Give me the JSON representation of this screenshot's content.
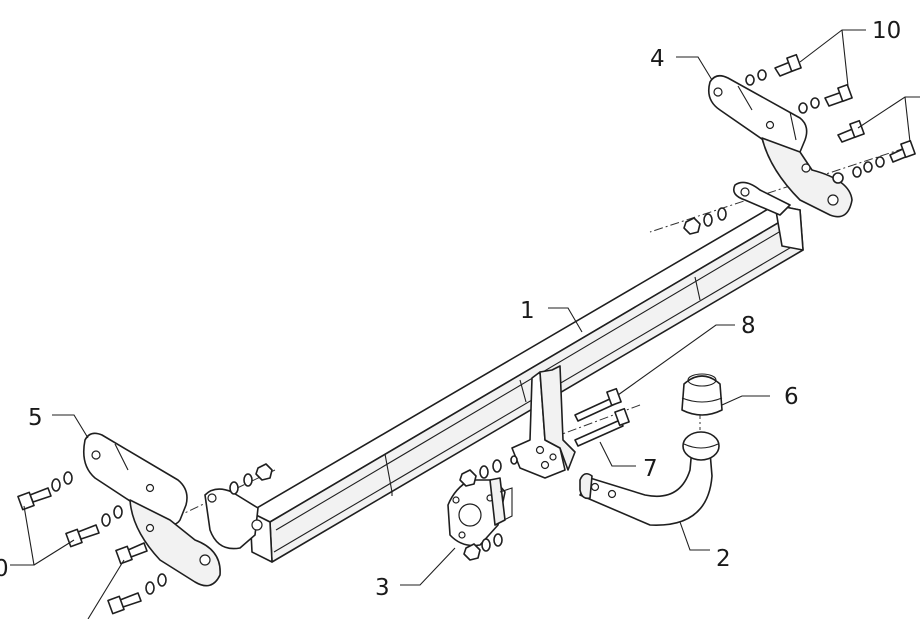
{
  "callouts": [
    {
      "id": "1",
      "text": "1"
    },
    {
      "id": "2",
      "text": "2"
    },
    {
      "id": "3",
      "text": "3"
    },
    {
      "id": "4",
      "text": "4"
    },
    {
      "id": "5",
      "text": "5"
    },
    {
      "id": "6",
      "text": "6"
    },
    {
      "id": "7",
      "text": "7"
    },
    {
      "id": "8",
      "text": "8"
    },
    {
      "id": "10-top",
      "text": "10"
    },
    {
      "id": "10-left",
      "text": "0"
    }
  ]
}
